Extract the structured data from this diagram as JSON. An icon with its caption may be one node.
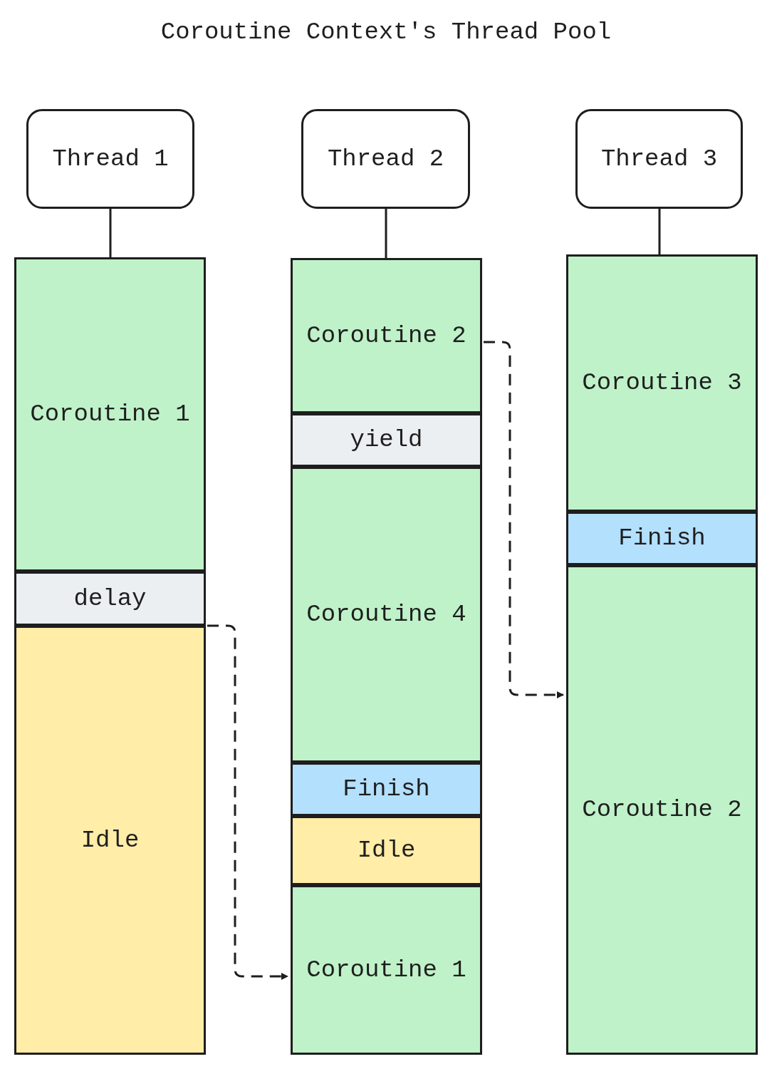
{
  "diagram": {
    "title": "Coroutine Context's Thread Pool",
    "nodes": [
      {
        "text": [
          "Thread 1"
        ]
      },
      {
        "text": [
          "Thread 2"
        ]
      },
      {
        "text": [
          "Thread 3"
        ]
      },
      {
        "text": [
          "Coroutine 1"
        ]
      },
      {
        "text": [
          "delay"
        ]
      },
      {
        "text": [
          "Idle"
        ]
      },
      {
        "text": [
          "Coroutine 2"
        ]
      },
      {
        "text": [
          "yield"
        ]
      },
      {
        "text": [
          "Coroutine 4"
        ]
      },
      {
        "text": [
          "Finish"
        ]
      },
      {
        "text": [
          "Idle"
        ]
      },
      {
        "text": [
          "Coroutine 1"
        ]
      },
      {
        "text": [
          "Coroutine 3"
        ]
      },
      {
        "text": [
          "Finish"
        ]
      },
      {
        "text": [
          "Coroutine 2"
        ]
      }
    ],
    "edges": [
      {
        "from": 0,
        "to": 3,
        "arrow": "none"
      },
      {
        "from": 1,
        "to": 6,
        "arrow": "none"
      },
      {
        "from": 2,
        "to": 12,
        "arrow": "none"
      },
      {
        "from": 4,
        "to": 11,
        "arrow": "to",
        "style": "dashed"
      },
      {
        "from": 6,
        "to": 14,
        "arrow": "to",
        "style": "dashed"
      }
    ]
  }
}
